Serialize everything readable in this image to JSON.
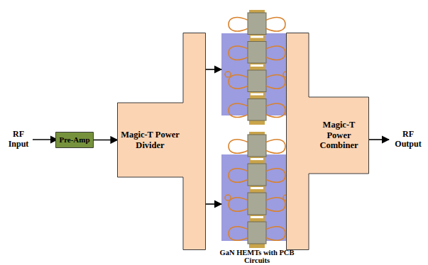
{
  "diagram": {
    "nodes": [
      {
        "text": [
          "Pre-Amp"
        ]
      },
      {
        "text": [
          "Magic-T Power Divider"
        ]
      },
      {
        "text": [
          "Magic-T Power Combiner"
        ]
      }
    ],
    "edges": [
      {
        "from": 0,
        "to": 1,
        "arrow": "to"
      }
    ],
    "labels": [
      "RF Input",
      "RF Output",
      "GaN HEMTs with PCB Circuits"
    ]
  }
}
